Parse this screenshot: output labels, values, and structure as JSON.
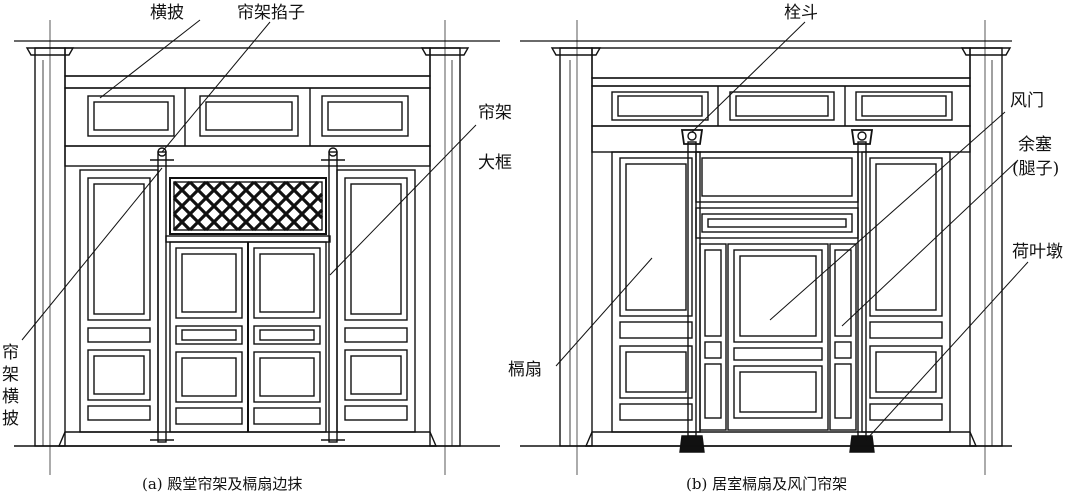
{
  "figure_a": {
    "caption": "(a) 殿堂帘架及槅扇边抹",
    "labels": {
      "heng_pi": "横披",
      "lian_jia_tiao_zi": "帘架掐子",
      "lian_jia_da_kuang_1": "帘架",
      "lian_jia_da_kuang_2": "大框",
      "lian_jia_heng_pi_1": "帘",
      "lian_jia_heng_pi_2": "架",
      "lian_jia_heng_pi_3": "横",
      "lian_jia_heng_pi_4": "披"
    }
  },
  "figure_b": {
    "caption": "(b) 居室槅扇及风门帘架",
    "labels": {
      "shuan_dou": "栓斗",
      "feng_men": "风门",
      "yu_sai": "余塞",
      "tui_zi": "(腿子)",
      "he_ye_dun": "荷叶墩",
      "ge_shan": "槅扇"
    }
  },
  "colors": {
    "ink": "#111111",
    "background": "#ffffff"
  }
}
